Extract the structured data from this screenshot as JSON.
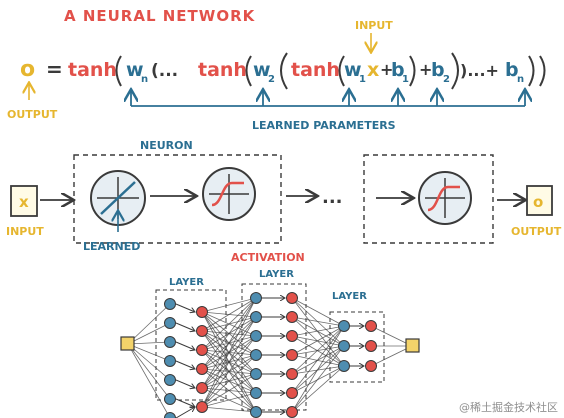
{
  "title": "A NEURAL NETWORK",
  "equation": {
    "output": "o",
    "eq": "=",
    "input_label": "INPUT",
    "output_label": "OUTPUT",
    "learned_params_label": "LEARNED PARAMETERS",
    "tokens": {
      "tanh1": "tanh",
      "w_n": "w",
      "sub_n": "n",
      "dots1": "(...",
      "tanh2": "tanh",
      "w_2": "w",
      "sub_2": "2",
      "tanh3": "tanh",
      "w_1": "w",
      "sub_1": "1",
      "x": "x",
      "b_1": "b",
      "b_2": "b",
      "b_n": "b",
      "dots2": ")...+"
    }
  },
  "flow": {
    "neuron_label": "NEURON",
    "input_label": "INPUT",
    "output_label": "OUTPUT",
    "learned_label": "LEARNED",
    "x_symbol": "x",
    "o_symbol": "o",
    "ellipsis": "..."
  },
  "network": {
    "activation_label": "ACTIVATION",
    "layer_label_1": "LAYER",
    "layer_label_2": "LAYER",
    "layer_label_3": "LAYER"
  },
  "watermark": "@稀土掘金技术社区",
  "colors": {
    "red": "#e2514a",
    "blue": "#2b6f92",
    "yellow": "#e6b62f",
    "dark": "#3a3a3a"
  }
}
